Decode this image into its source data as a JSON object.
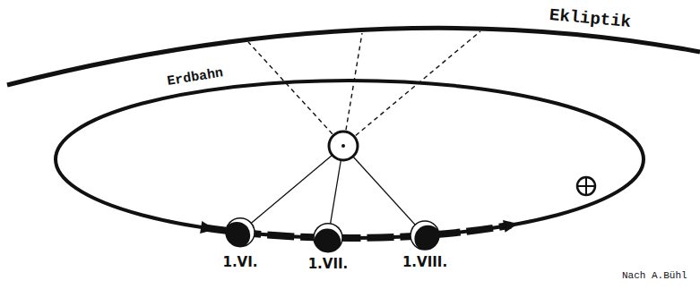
{
  "diagram": {
    "labels": [
      "Ekliptik",
      "Erdbahn",
      "1.VI.",
      "1.VII.",
      "1.VIII.",
      "Nach A.Bühl"
    ]
  }
}
